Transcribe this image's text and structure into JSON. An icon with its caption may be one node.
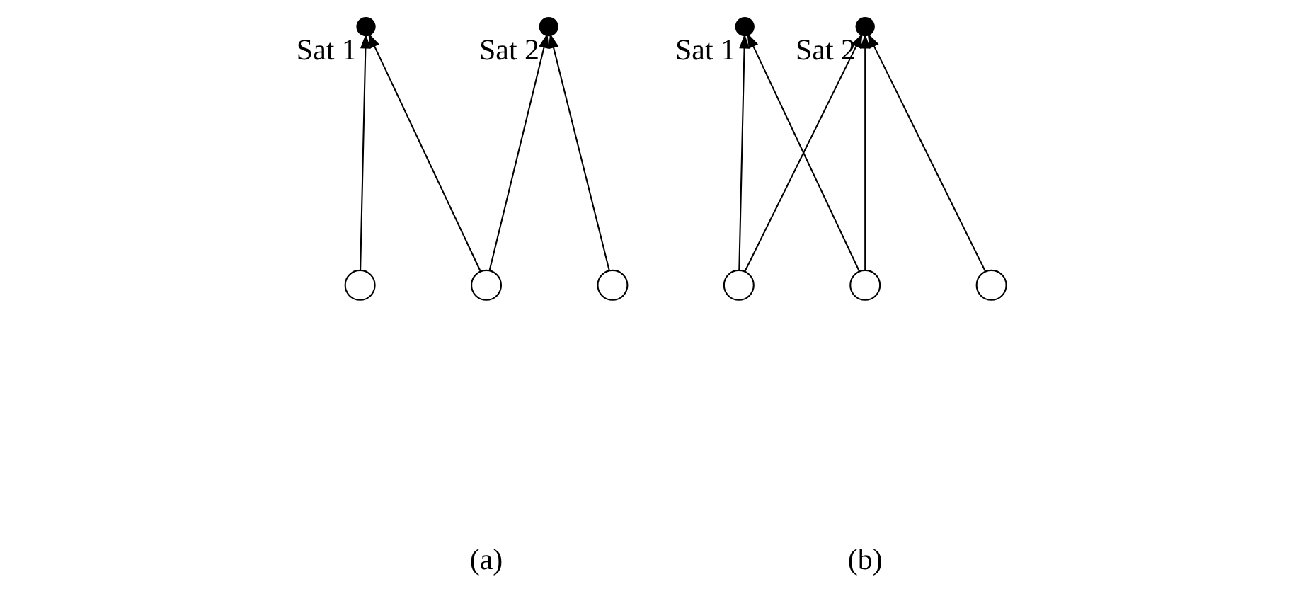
{
  "diagram": {
    "nodes": [
      {
        "text": [
          "Sat 1"
        ]
      },
      {
        "text": [
          "Sat 2"
        ]
      },
      {
        "text": [],
        "shape": "circle"
      },
      {
        "text": [],
        "shape": "circle"
      },
      {
        "text": [],
        "shape": "circle"
      },
      {
        "text": [
          "Sat 1"
        ]
      },
      {
        "text": [
          "Sat 2"
        ]
      },
      {
        "text": [],
        "shape": "circle"
      },
      {
        "text": [],
        "shape": "circle"
      },
      {
        "text": [],
        "shape": "circle"
      }
    ],
    "edges": [
      {
        "from": 2,
        "to": 0,
        "arrow": "to"
      },
      {
        "from": 3,
        "to": 0,
        "arrow": "to"
      },
      {
        "from": 3,
        "to": 1,
        "arrow": "to"
      },
      {
        "from": 4,
        "to": 1,
        "arrow": "to"
      },
      {
        "from": 7,
        "to": 5,
        "arrow": "to"
      },
      {
        "from": 7,
        "to": 6,
        "arrow": "to"
      },
      {
        "from": 8,
        "to": 5,
        "arrow": "to"
      },
      {
        "from": 8,
        "to": 6,
        "arrow": "to"
      },
      {
        "from": 9,
        "to": 6,
        "arrow": "to"
      }
    ],
    "labels": [
      "(a)",
      "(b)"
    ]
  }
}
